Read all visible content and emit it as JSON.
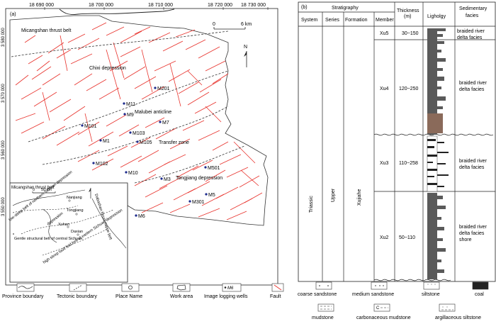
{
  "panel_a": {
    "label": "(a)",
    "top_ticks": [
      "18 690 000",
      "18 700 000",
      "18 710 000",
      "18 720 000",
      "18 730 000"
    ],
    "left_ticks": [
      "3 580 000",
      "3 570 000",
      "3 560 000",
      "3 550 000"
    ],
    "scale": {
      "zero": "0",
      "end": "6 km"
    },
    "north": "N",
    "regions": {
      "thrust_belt": "Micangshan thrust belt",
      "chixi": "Chixi depression",
      "malubei": "Malubei anticline",
      "transfer": "Transfer zone",
      "tongjiang": "Tongjiang depression"
    },
    "wells": [
      "M201",
      "M11",
      "M9",
      "M7",
      "M101",
      "M103",
      "M1",
      "M105",
      "M102",
      "M10",
      "M501",
      "M3",
      "M5",
      "M301",
      "M6"
    ],
    "inset": {
      "micangshan": "Micangshan thrust belt",
      "scale_zero": "0",
      "scale_end": "50 km",
      "nanjiang": "Nanjiang",
      "tongjiang": "Tongjiang",
      "xuhan": "Xuhan",
      "daxian": "Daxian",
      "dabashan": "Dabashan thrust nappe belt",
      "low_steep": "low-steep belt of northern Sichuan depression",
      "depression": "depression",
      "gentle": "Gentle structural belt of central Sichuan",
      "high_steep": "high steep fault fold belt of eastern Sichuan depression"
    }
  },
  "legend_a": [
    {
      "label": "Province boundary",
      "icon": "province-boundary-icon"
    },
    {
      "label": "Tectonic boundary",
      "icon": "tectonic-boundary-icon"
    },
    {
      "label": "Place Name",
      "icon": "place-name-icon"
    },
    {
      "label": "Work area",
      "icon": "work-area-icon"
    },
    {
      "label": "Image logging wells",
      "icon": "well-icon",
      "sample": "M6"
    },
    {
      "label": "Fault",
      "icon": "fault-icon"
    }
  ],
  "panel_b": {
    "label": "(b)",
    "headers": {
      "stratigraphy": "Stratigraphy",
      "system": "System",
      "series": "Series",
      "formation": "Formation",
      "member": "Member",
      "thickness": "Thickness",
      "thickness_unit": "(m)",
      "lithology": "Ligholgy",
      "facies": "Sedimentary facies"
    },
    "system": "Triassic",
    "series": "Upper",
    "formation": "Xujiahe",
    "members": [
      {
        "name": "Xu5",
        "thickness": "30~150",
        "facies": "braided river delta facies"
      },
      {
        "name": "Xu4",
        "thickness": "120~250",
        "facies": "braided river delta facies"
      },
      {
        "name": "Xu3",
        "thickness": "110~258",
        "facies": "braided river delta facies"
      },
      {
        "name": "Xu2",
        "thickness": "50~110",
        "facies": "braided river delta facies shore"
      }
    ]
  },
  "legend_b": [
    {
      "label": "coarse sandstone",
      "icon": "coarse-sandstone-icon"
    },
    {
      "label": "medium sandstone",
      "icon": "medium-sandstone-icon"
    },
    {
      "label": "siltstone",
      "icon": "siltstone-icon"
    },
    {
      "label": "coal",
      "icon": "coal-icon"
    },
    {
      "label": "mudstone",
      "icon": "mudstone-icon"
    },
    {
      "label": "carbonaceous mudstone",
      "icon": "carbonaceous-mudstone-icon"
    },
    {
      "label": "argillaceous siltstone",
      "icon": "argillaceous-siltstone-icon"
    }
  ],
  "colors": {
    "fault": "#e8322c",
    "well": "#1c2a8c",
    "brown": "#8a6a5a",
    "dark": "#555555",
    "gray": "#9a9a9a"
  }
}
